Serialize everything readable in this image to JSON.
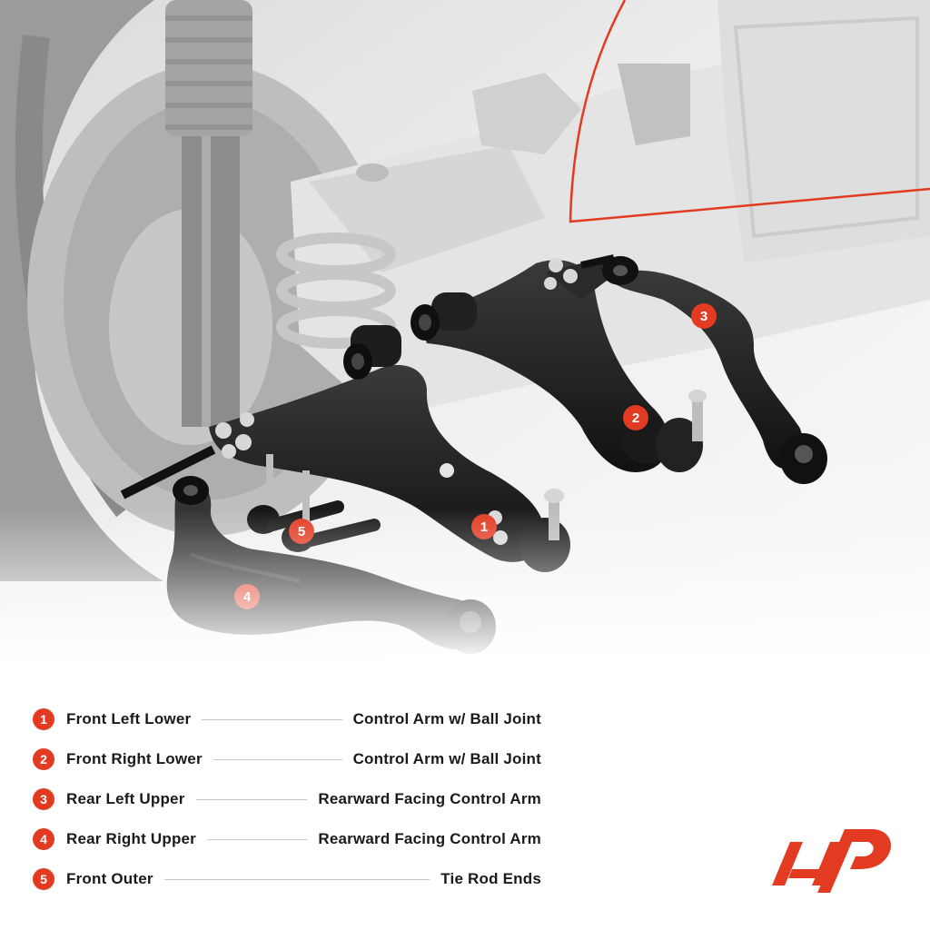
{
  "colors": {
    "accent": "#e23b22",
    "text": "#1a1a1a",
    "leader": "#c8c8c8",
    "part": "#1c1c1c",
    "background_gray": "#d9d9d9"
  },
  "callouts": [
    "1",
    "2",
    "3",
    "4",
    "5"
  ],
  "legend": [
    {
      "number": "1",
      "left": "Front Left Lower",
      "right": "Control Arm w/ Ball Joint"
    },
    {
      "number": "2",
      "left": "Front Right Lower",
      "right": "Control Arm w/ Ball Joint"
    },
    {
      "number": "3",
      "left": "Rear Left Upper",
      "right": "Rearward Facing Control Arm"
    },
    {
      "number": "4",
      "left": "Rear Right Upper",
      "right": "Rearward Facing Control Arm"
    },
    {
      "number": "5",
      "left": "Front Outer",
      "right": "Tie Rod Ends"
    }
  ],
  "logo": {
    "icon": "ap-brand-logo-icon"
  }
}
